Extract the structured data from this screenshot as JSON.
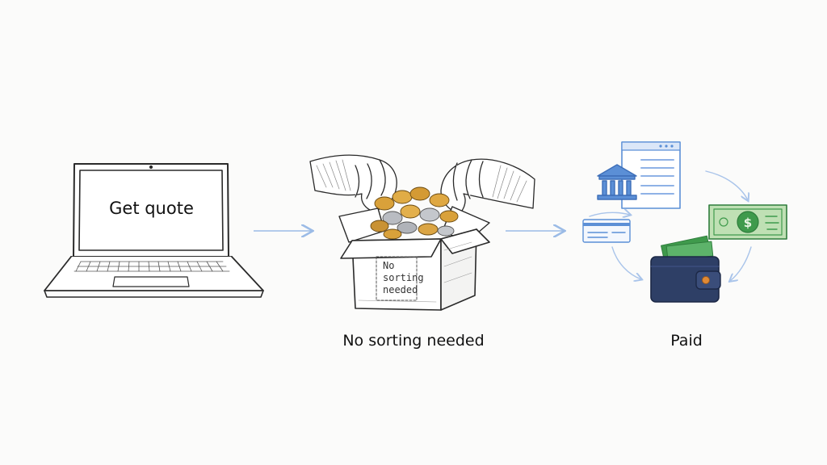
{
  "steps": [
    {
      "label": "Get quote",
      "icon": "laptop-icon"
    },
    {
      "label": "No sorting needed",
      "box_note_lines": [
        "No",
        "sorting",
        "needed"
      ],
      "icon": "coin-box-icon"
    },
    {
      "label": "Paid",
      "icon": "payment-cycle-icon"
    }
  ],
  "colors": {
    "accent_blue": "#5b8fd6",
    "arrow_blue": "#9bbbe6",
    "coin_gold": "#d9a13a",
    "coin_silver": "#b9bcc2",
    "money_green": "#3f9a4c",
    "wallet_navy": "#2e3f66",
    "wallet_clasp": "#e08a36"
  }
}
